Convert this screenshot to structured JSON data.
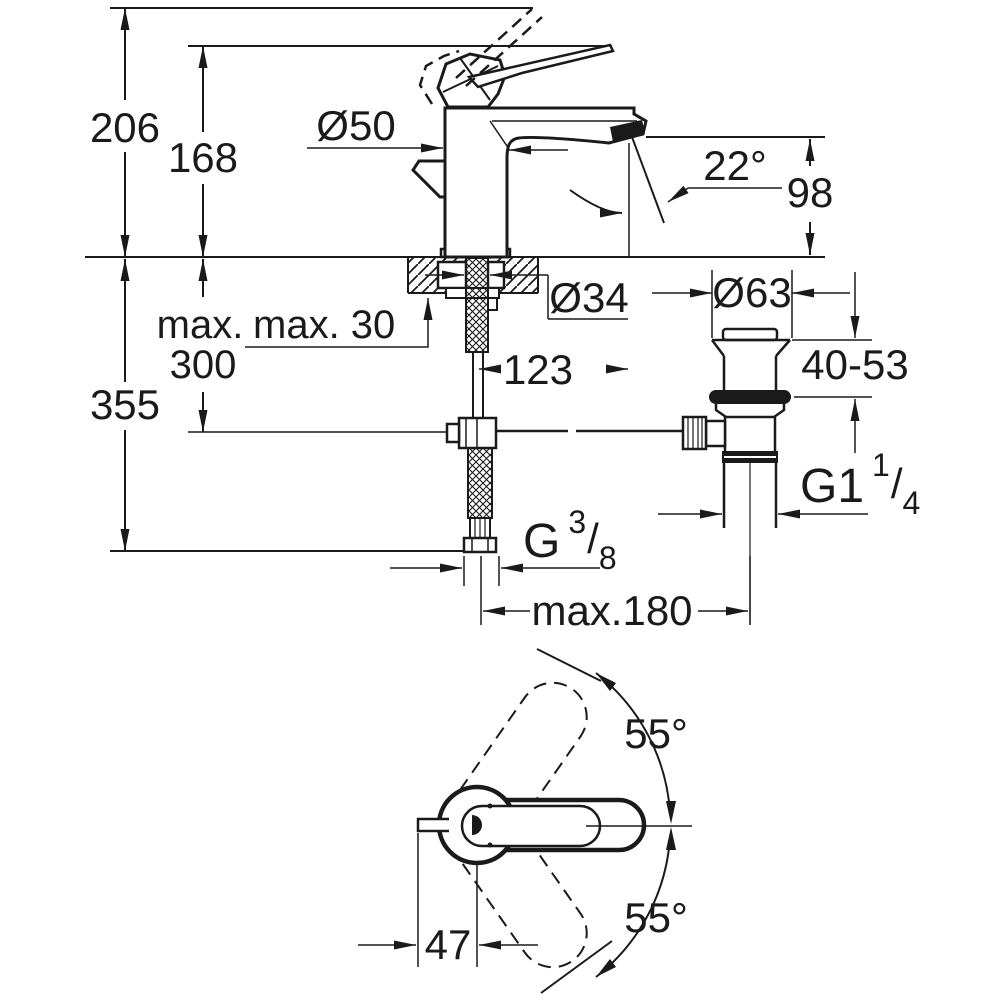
{
  "drawing": {
    "title": "Basin mixer installation dimension drawing",
    "units": "mm",
    "line_color": "#1a1a1a",
    "background_color": "#ffffff"
  },
  "side_view": {
    "labels": {
      "total_height": "206",
      "height_closed": "168",
      "under_counter_depth": "355",
      "hose_length_max_word": "max.",
      "hose_length_max_value": "300",
      "counter_thickness_max": "max. 30",
      "body_diameter": "Ø50",
      "hole_diameter": "Ø34",
      "spout_reach": "123",
      "jet_angle": "22°",
      "spout_outlet_height": "98",
      "waste_flange_diameter": "Ø63",
      "basin_thickness_range": "40-53",
      "waste_thread": {
        "base": "G1",
        "sup": "1",
        "slash": "/",
        "sub": "4"
      },
      "supply_thread": {
        "base": "G",
        "sup": "3",
        "slash": "/",
        "sub": "8"
      },
      "rod_length_max": "max.180"
    }
  },
  "top_view": {
    "labels": {
      "swivel_angle_upper": "55°",
      "swivel_angle_lower": "55°",
      "rod_offset": "47"
    }
  }
}
